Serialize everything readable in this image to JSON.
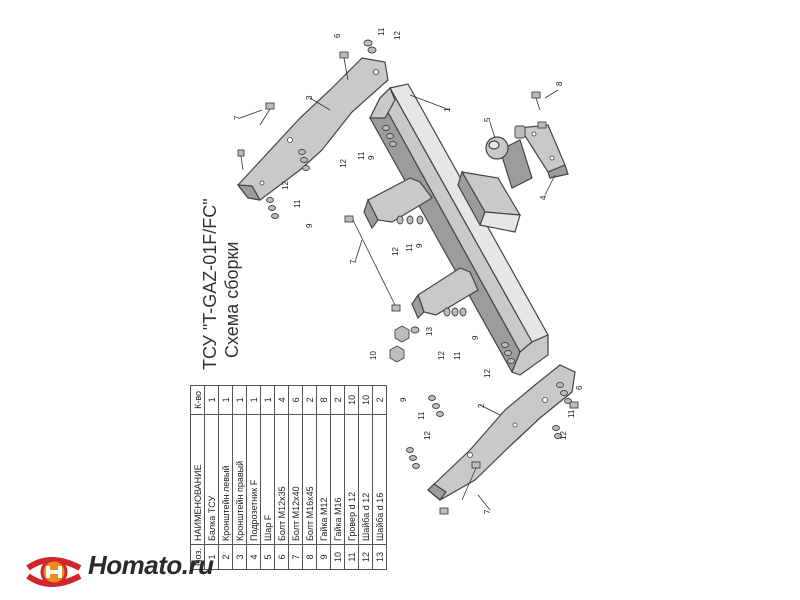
{
  "title": {
    "line1": "ТСУ \"T-GAZ-01F/FC\"",
    "line2": "Схема сборки"
  },
  "table": {
    "headers": [
      "Поз.",
      "НАИМЕНОВАНИЕ",
      "К-во"
    ],
    "rows": [
      [
        "1",
        "Балка ТСУ",
        "1"
      ],
      [
        "2",
        "Кронштейн левый",
        "1"
      ],
      [
        "3",
        "Кронштейн правый",
        "1"
      ],
      [
        "4",
        "Подрозетник F",
        "1"
      ],
      [
        "5",
        "Шар F",
        "1"
      ],
      [
        "6",
        "Болт М12х35",
        "4"
      ],
      [
        "7",
        "Болт М12х40",
        "6"
      ],
      [
        "8",
        "Болт М16х45",
        "2"
      ],
      [
        "9",
        "Гайка М12",
        "8"
      ],
      [
        "10",
        "Гайка М16",
        "2"
      ],
      [
        "11",
        "Гровер d 12",
        "10"
      ],
      [
        "12",
        "Шайба d 12",
        "10"
      ],
      [
        "13",
        "Шайба d 16",
        "2"
      ]
    ]
  },
  "callouts": {
    "c1": "1",
    "c2": "2",
    "c3": "3",
    "c4": "4",
    "c5": "5",
    "c6": "6",
    "c7": "7",
    "c8": "8",
    "c9": "9",
    "c10": "10",
    "c11": "11",
    "c12": "12",
    "c13": "13"
  },
  "logo": {
    "text": "Homato.ru"
  },
  "colors": {
    "part_fill": "#c9c9c9",
    "logo_red": "#d0262b",
    "logo_orange": "#f08a1c"
  }
}
